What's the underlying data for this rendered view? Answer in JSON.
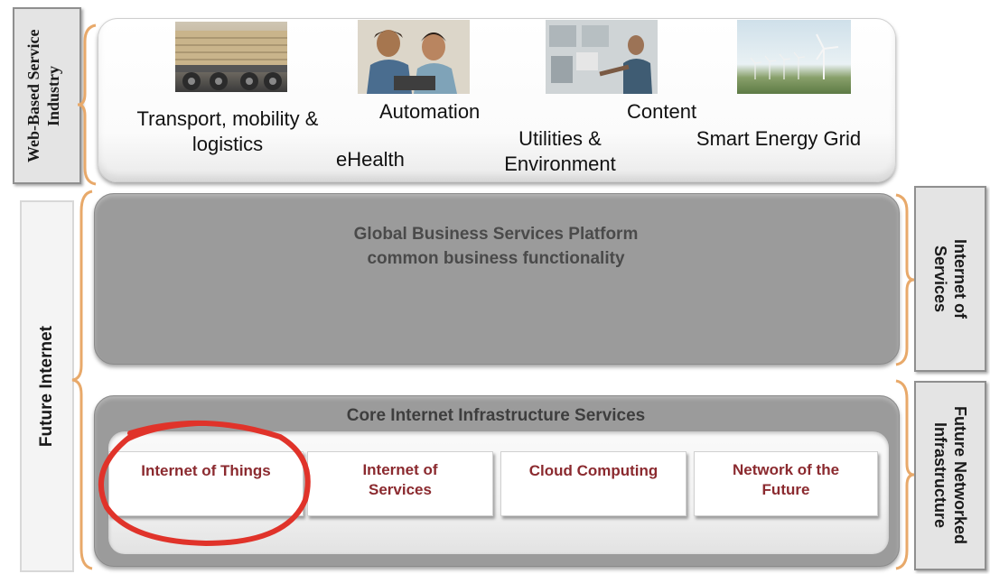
{
  "left_labels": {
    "web_based": "Web-Based Service Industry",
    "future_internet": "Future Internet"
  },
  "right_labels": {
    "internet_of_services": "Internet of Services",
    "future_networked": "Future Networked Infrastructure"
  },
  "industries": [
    {
      "label": "Transport, mobility & logistics"
    },
    {
      "label": "Automation"
    },
    {
      "label": "eHealth"
    },
    {
      "label": "Utilities & Environment"
    },
    {
      "label": "Content"
    },
    {
      "label": "Smart Energy Grid"
    }
  ],
  "platform": {
    "line1": "Global Business Services Platform",
    "line2": "common business functionality"
  },
  "core": {
    "title": "Core Internet Infrastructure Services",
    "services": [
      {
        "label": "Internet of Things"
      },
      {
        "label": "Internet of Services"
      },
      {
        "label": "Cloud Computing"
      },
      {
        "label": "Network of the Future"
      }
    ]
  },
  "colors": {
    "service_text": "#8b2a2f",
    "highlight_circle": "#e0332a",
    "brace": "#e8a96a",
    "panel_gray": "#9b9b9b"
  }
}
